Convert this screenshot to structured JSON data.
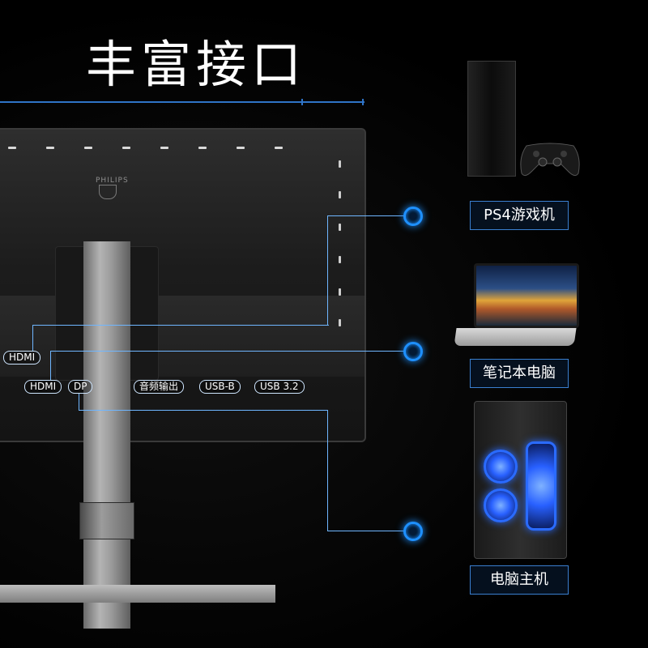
{
  "title": "丰富接口",
  "monitor": {
    "brand": "PHILIPS",
    "ports": {
      "hdmi1": "HDMI",
      "hdmi2": "HDMI",
      "dp": "DP",
      "audio": "音频输出",
      "usb_b": "USB-B",
      "usb32": "USB 3.2"
    }
  },
  "devices": [
    {
      "label": "PS4游戏机",
      "icon": "ps4-console-icon"
    },
    {
      "label": "笔记本电脑",
      "icon": "laptop-icon"
    },
    {
      "label": "电脑主机",
      "icon": "desktop-pc-icon"
    }
  ],
  "colors": {
    "accent": "#1e90ff",
    "wire": "#6fb6ff",
    "label_border": "#3a7fd0",
    "background": "#000000"
  }
}
